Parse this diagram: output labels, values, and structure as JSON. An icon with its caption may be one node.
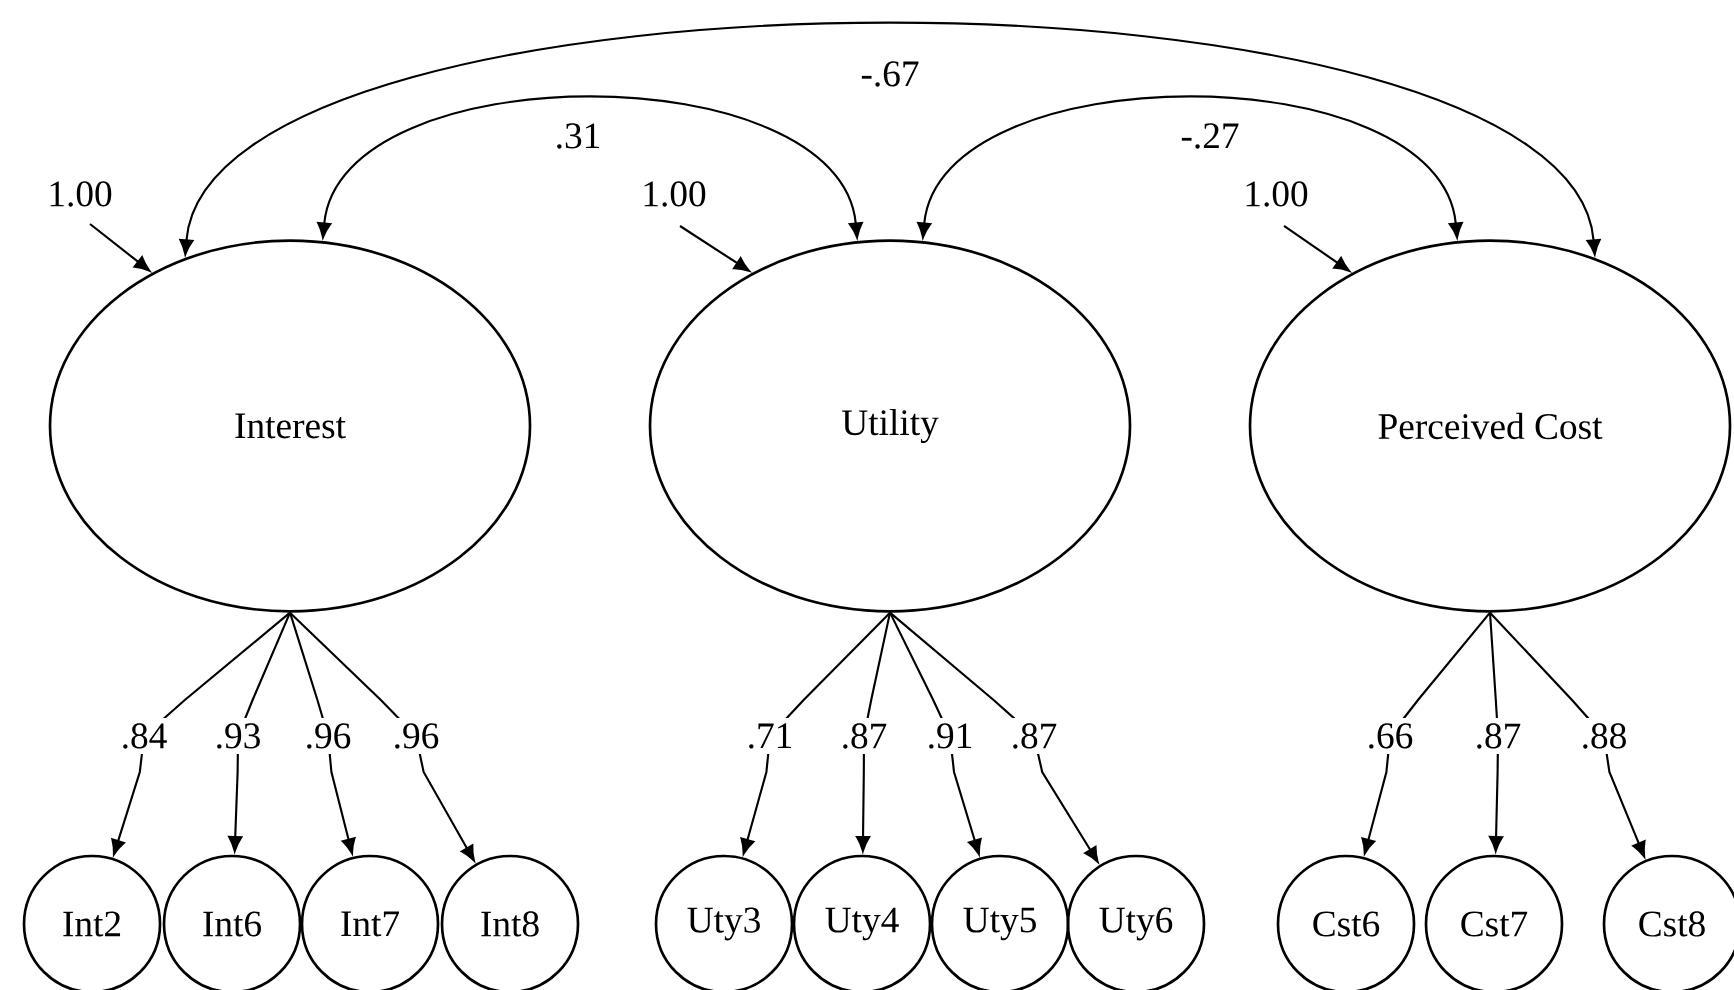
{
  "diagram": {
    "nodes": [
      {
        "text": [
          "Interest"
        ]
      },
      {
        "text": [
          "Utility"
        ]
      },
      {
        "text": [
          "Perceived Cost"
        ]
      },
      {
        "text": [
          "Int2"
        ]
      },
      {
        "text": [
          "Int6"
        ]
      },
      {
        "text": [
          "Int7"
        ]
      },
      {
        "text": [
          "Int8"
        ]
      },
      {
        "text": [
          "Uty3"
        ]
      },
      {
        "text": [
          "Uty4"
        ]
      },
      {
        "text": [
          "Uty5"
        ]
      },
      {
        "text": [
          "Uty6"
        ]
      },
      {
        "text": [
          "Cst6"
        ]
      },
      {
        "text": [
          "Cst7"
        ]
      },
      {
        "text": [
          "Cst8"
        ]
      }
    ],
    "edges": [
      {
        "from": 0,
        "to": 1,
        "arrow": "both",
        "label": ".31"
      },
      {
        "from": 1,
        "to": 2,
        "arrow": "both",
        "label": "-.27"
      },
      {
        "from": 0,
        "to": 2,
        "arrow": "both",
        "label": "-.67"
      },
      {
        "from": null,
        "to": 0,
        "arrow": "to",
        "label": "1.00"
      },
      {
        "from": null,
        "to": 1,
        "arrow": "to",
        "label": "1.00"
      },
      {
        "from": null,
        "to": 2,
        "arrow": "to",
        "label": "1.00"
      },
      {
        "from": 0,
        "to": 3,
        "arrow": "to",
        "label": ".84"
      },
      {
        "from": 0,
        "to": 4,
        "arrow": "to",
        "label": ".93"
      },
      {
        "from": 0,
        "to": 5,
        "arrow": "to",
        "label": ".96"
      },
      {
        "from": 0,
        "to": 6,
        "arrow": "to",
        "label": ".96"
      },
      {
        "from": 1,
        "to": 7,
        "arrow": "to",
        "label": ".71"
      },
      {
        "from": 1,
        "to": 8,
        "arrow": "to",
        "label": ".87"
      },
      {
        "from": 1,
        "to": 9,
        "arrow": "to",
        "label": ".91"
      },
      {
        "from": 1,
        "to": 10,
        "arrow": "to",
        "label": ".87"
      },
      {
        "from": 2,
        "to": 11,
        "arrow": "to",
        "label": ".66"
      },
      {
        "from": 2,
        "to": 12,
        "arrow": "to",
        "label": ".87"
      },
      {
        "from": 2,
        "to": 13,
        "arrow": "to",
        "label": ".88"
      }
    ]
  }
}
